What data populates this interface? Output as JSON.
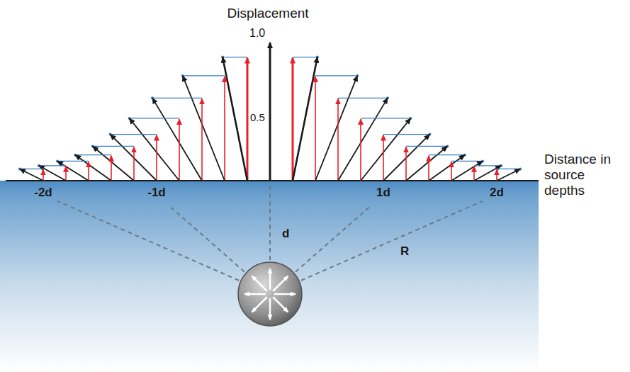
{
  "diagram": {
    "labels": [
      "Displacement",
      "1.0",
      "0.5",
      "Distance in source depths",
      "-2d",
      "-1d",
      "1d",
      "2d",
      "d",
      "R"
    ]
  }
}
